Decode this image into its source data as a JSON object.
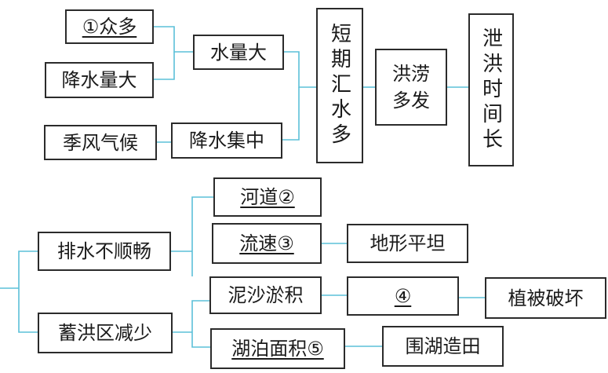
{
  "nodes": {
    "blank1_many": "①众多",
    "heavy_rainfall": "降水量大",
    "monsoon_climate": "季风气候",
    "large_water_volume": "水量大",
    "concentrated_rainfall": "降水集中",
    "short_term_convergence": "短期汇水多",
    "frequent_floods": "洪涝多发",
    "long_discharge_time": "泄洪时间长",
    "poor_drainage": "排水不顺畅",
    "channel_blank2": "河道②",
    "flow_speed_blank3": "流速③",
    "flat_terrain": "地形平坦",
    "sediment_deposition": "泥沙淤积",
    "blank4": "④",
    "vegetation_damage": "植被破坏",
    "reduced_storage_area": "蓄洪区减少",
    "lake_area_blank5": "湖泊面积⑤",
    "reclamation": "围湖造田"
  },
  "colors": {
    "connector": "#5bc0d8",
    "border": "#2b2b2b",
    "text": "#1a1a1a"
  }
}
